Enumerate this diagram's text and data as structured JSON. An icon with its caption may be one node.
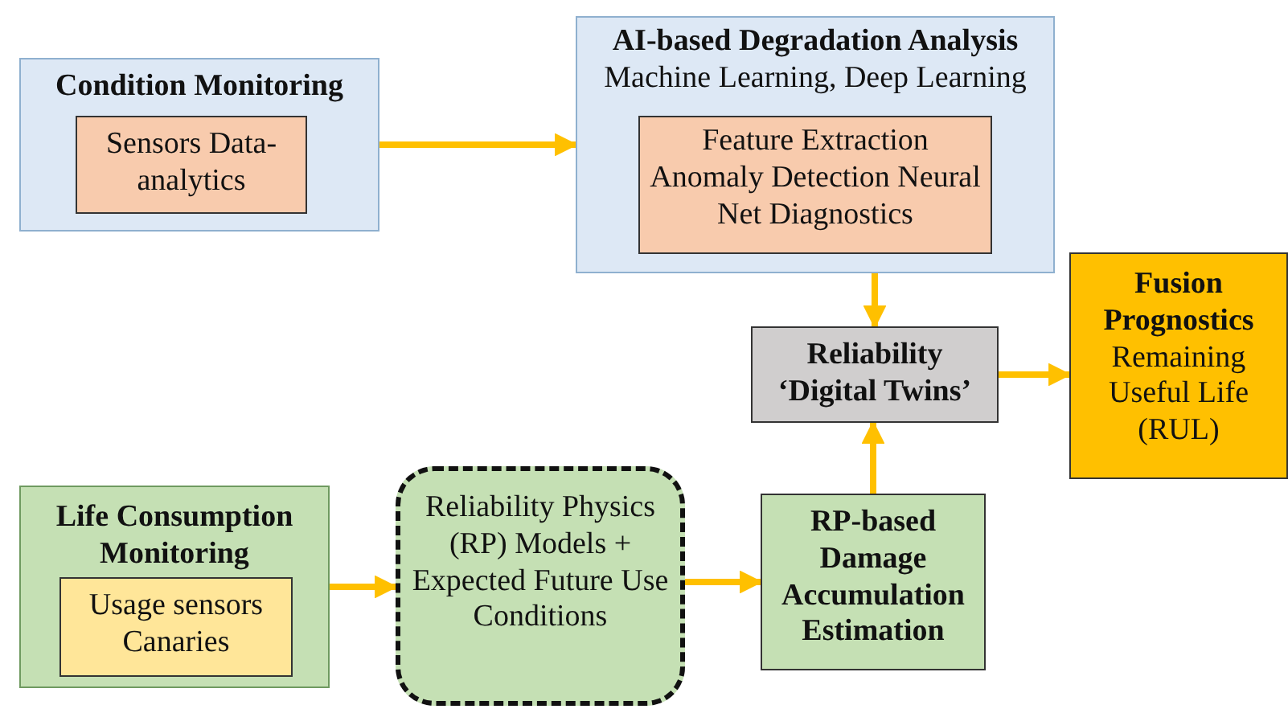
{
  "diagram": {
    "nodes": [
      {
        "text": [
          "Condition Monitoring"
        ]
      },
      {
        "text": [
          "Sensors Data-analytics"
        ],
        "in": 0
      },
      {
        "text": [
          "AI-based Degradation Analysis",
          "Machine Learning, Deep Learning"
        ]
      },
      {
        "text": [
          "Feature Extraction Anomaly Detection Neural Net Diagnostics"
        ],
        "in": 2
      },
      {
        "text": [
          "Reliability ‘Digital Twins’"
        ]
      },
      {
        "text": [
          "Fusion Prognostics",
          "Remaining Useful Life (RUL)"
        ]
      },
      {
        "text": [
          "Life Consumption Monitoring"
        ]
      },
      {
        "text": [
          "Usage sensors Canaries"
        ],
        "in": 6
      },
      {
        "text": [
          "Reliability Physics (RP) Models + Expected Future Use Conditions"
        ]
      },
      {
        "text": [
          "RP-based Damage Accumulation Estimation"
        ]
      }
    ],
    "edges": [
      {
        "from": 0,
        "to": 2,
        "arrow": "to"
      },
      {
        "from": 2,
        "to": 4,
        "arrow": "to"
      },
      {
        "from": 4,
        "to": 5,
        "arrow": "to"
      },
      {
        "from": 6,
        "to": 8,
        "arrow": "to"
      },
      {
        "from": 8,
        "to": 9,
        "arrow": "to"
      },
      {
        "from": 9,
        "to": 4,
        "arrow": "to"
      }
    ]
  }
}
